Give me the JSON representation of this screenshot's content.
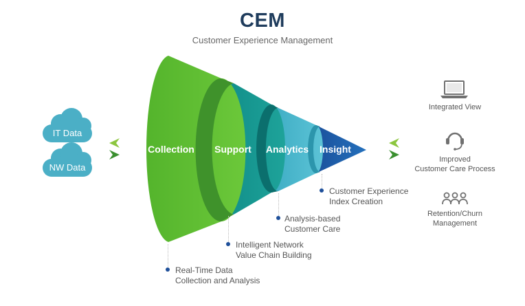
{
  "header": {
    "title": "CEM",
    "subtitle": "Customer Experience Management"
  },
  "inputs": [
    {
      "label": "IT Data",
      "icon": "cloud-icon"
    },
    {
      "label": "NW Data",
      "icon": "cloud-icon"
    }
  ],
  "stages": [
    {
      "label": "Collection",
      "color": "#5cbd2e",
      "note_line1": "Real-Time Data",
      "note_line2": "Collection and Analysis"
    },
    {
      "label": "Support",
      "color": "#14958f",
      "note_line1": "Intelligent Network",
      "note_line2": "Value Chain Building"
    },
    {
      "label": "Analytics",
      "color": "#43b4c9",
      "note_line1": "Analysis-based",
      "note_line2": "Customer Care"
    },
    {
      "label": "Insight",
      "color": "#1d5aa7",
      "note_line1": "Customer Experience",
      "note_line2": "Index Creation"
    }
  ],
  "outputs": [
    {
      "line1": "Integrated View",
      "line2": "",
      "icon": "laptop-icon"
    },
    {
      "line1": "Improved",
      "line2": "Customer Care Process",
      "icon": "headset-icon"
    },
    {
      "line1": "Retention/Churn",
      "line2": "Management",
      "icon": "users-icon"
    }
  ],
  "colors": {
    "cloud": "#4bafc6",
    "arrow_light": "#8cc63f",
    "arrow_dark": "#3a8f2f",
    "dot": "#1e4f9a",
    "icon": "#707070"
  }
}
